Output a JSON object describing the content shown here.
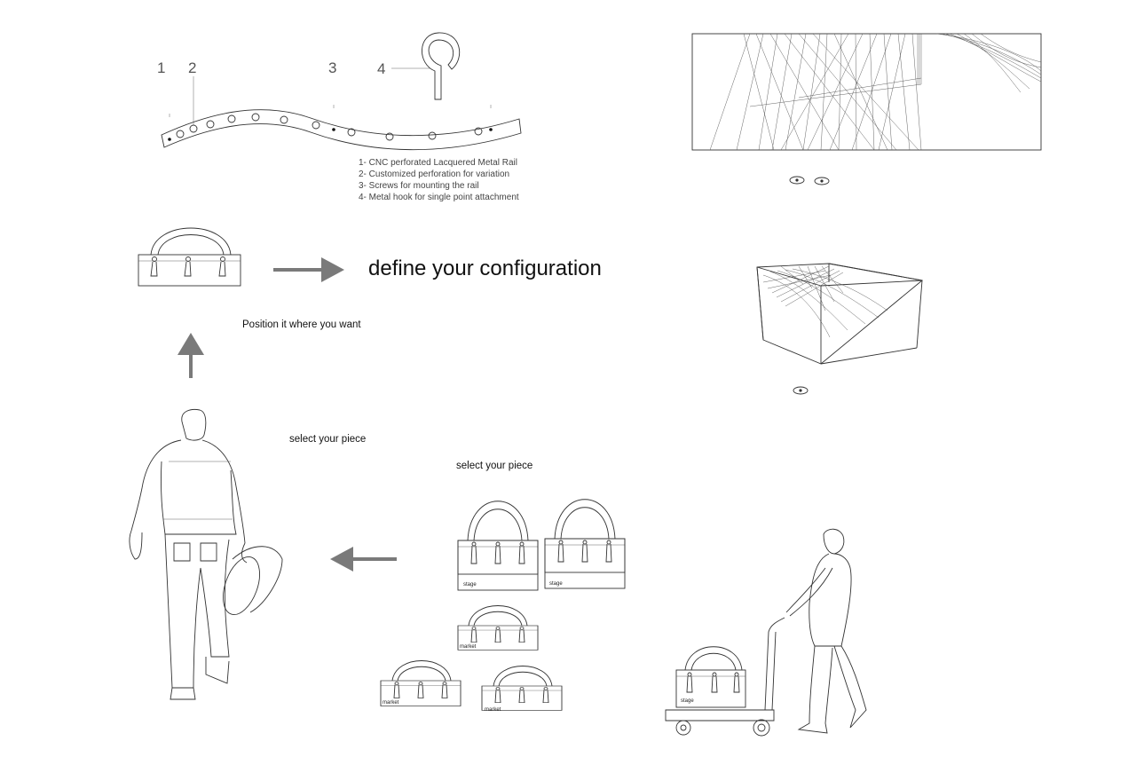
{
  "rail": {
    "numbers": [
      "1",
      "2",
      "3",
      "4"
    ],
    "legend": [
      "1- CNC perforated Lacquered Metal Rail",
      "2- Customized perforation for variation",
      "3- Screws for mounting the rail",
      "4- Metal hook for single point attachment"
    ]
  },
  "headline": "define your configuration",
  "captions": {
    "position": "Position it where you want",
    "select_1": "select your piece",
    "select_2": "select your piece"
  },
  "bag_tags": {
    "stage": "stage",
    "market": "market"
  },
  "icons": [
    "eye-icon",
    "eye-icon",
    "eye-icon",
    "arrow-right-icon",
    "arrow-up-icon",
    "arrow-left-icon"
  ]
}
